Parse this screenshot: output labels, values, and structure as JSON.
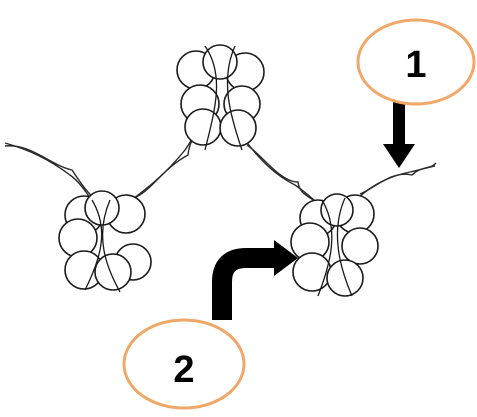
{
  "colors": {
    "callout_ring": "#f0a868",
    "arrow": "#000000",
    "strand": "#2a2a2a",
    "histone_outline": "#1a1a1a"
  },
  "callouts": [
    {
      "id": "callout-1",
      "label": "1"
    },
    {
      "id": "callout-2",
      "label": "2"
    }
  ],
  "nucleosome_count": 3
}
